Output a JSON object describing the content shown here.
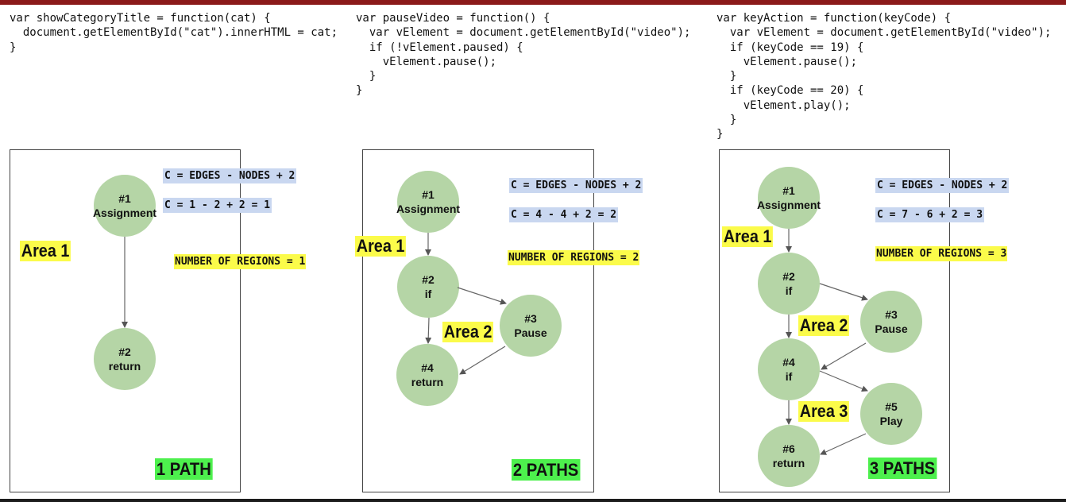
{
  "panels": [
    {
      "code": [
        "var showCategoryTitle = function(cat) {",
        "  document.getElementById(\"cat\").innerHTML = cat;",
        "}"
      ],
      "formula": "C = EDGES - NODES + 2",
      "calc": "C = 1 - 2 + 2 = 1",
      "regions": "NUMBER OF REGIONS = 1",
      "areas": [
        "Area 1"
      ],
      "paths": "1 PATH",
      "nodes": [
        {
          "num": "#1",
          "label": "Assignment"
        },
        {
          "num": "#2",
          "label": "return"
        }
      ]
    },
    {
      "code": [
        "var pauseVideo = function() {",
        "  var vElement = document.getElementById(\"video\");",
        "  if (!vElement.paused) {",
        "    vElement.pause();",
        "  }",
        "}"
      ],
      "formula": "C = EDGES - NODES + 2",
      "calc": "C = 4 - 4 + 2 = 2",
      "regions": "NUMBER OF REGIONS = 2",
      "areas": [
        "Area 1",
        "Area 2"
      ],
      "paths": "2 PATHS",
      "nodes": [
        {
          "num": "#1",
          "label": "Assignment"
        },
        {
          "num": "#2",
          "label": "if"
        },
        {
          "num": "#3",
          "label": "Pause"
        },
        {
          "num": "#4",
          "label": "return"
        }
      ]
    },
    {
      "code": [
        "var keyAction = function(keyCode) {",
        "  var vElement = document.getElementById(\"video\");",
        "  if (keyCode == 19) {",
        "    vElement.pause();",
        "  }",
        "  if (keyCode == 20) {",
        "    vElement.play();",
        "  }",
        "}"
      ],
      "formula": "C = EDGES - NODES + 2",
      "calc": "C = 7 - 6 + 2 = 3",
      "regions": "NUMBER OF REGIONS = 3",
      "areas": [
        "Area 1",
        "Area 2",
        "Area 3"
      ],
      "paths": "3 PATHS",
      "nodes": [
        {
          "num": "#1",
          "label": "Assignment"
        },
        {
          "num": "#2",
          "label": "if"
        },
        {
          "num": "#3",
          "label": "Pause"
        },
        {
          "num": "#4",
          "label": "if"
        },
        {
          "num": "#5",
          "label": "Play"
        },
        {
          "num": "#6",
          "label": "return"
        }
      ]
    }
  ],
  "colors": {
    "node_fill": "#b5d5a6",
    "formula_highlight": "#c9d7f0",
    "regions_highlight": "#fbfb4a",
    "area_highlight": "#fbfb4a",
    "paths_highlight": "#4df04d",
    "top_bar": "#8b1a1a"
  }
}
